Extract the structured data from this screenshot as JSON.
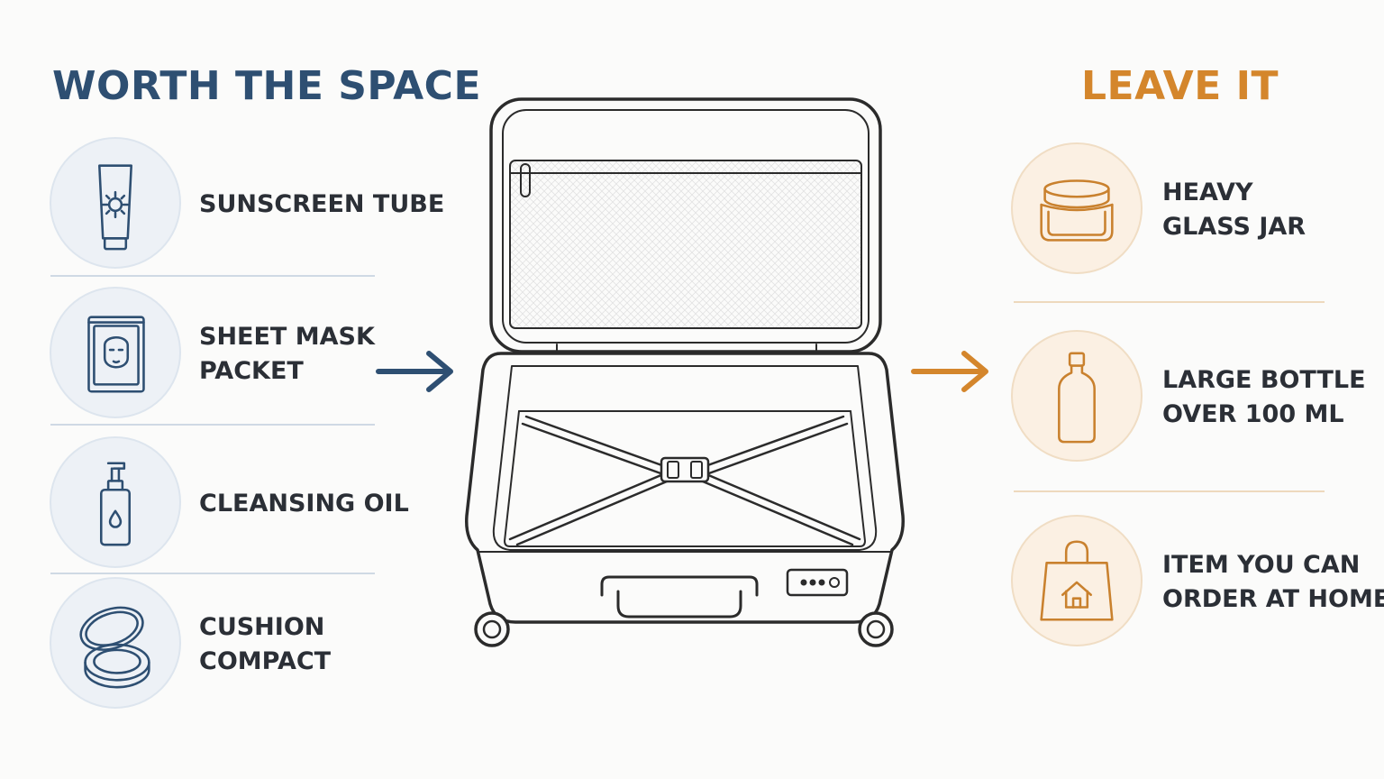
{
  "worth": {
    "title": "WORTH THE SPACE",
    "color": "#2e4f72",
    "items": [
      {
        "line1": "SUNSCREEN TUBE",
        "line2": "",
        "icon": "sunscreen-tube-icon"
      },
      {
        "line1": "SHEET MASK",
        "line2": "PACKET",
        "icon": "sheet-mask-icon"
      },
      {
        "line1": "CLEANSING OIL",
        "line2": "",
        "icon": "pump-bottle-icon"
      },
      {
        "line1": "CUSHION",
        "line2": "COMPACT",
        "icon": "cushion-compact-icon"
      }
    ]
  },
  "leave": {
    "title": "LEAVE IT",
    "color": "#d4862c",
    "items": [
      {
        "line1": "HEAVY",
        "line2": "GLASS JAR",
        "icon": "glass-jar-icon"
      },
      {
        "line1": "LARGE BOTTLE",
        "line2": "OVER 100 ML",
        "icon": "large-bottle-icon"
      },
      {
        "line1": "ITEM YOU CAN",
        "line2": "ORDER AT HOME",
        "icon": "shopping-bag-home-icon"
      }
    ]
  },
  "center": {
    "icon": "open-suitcase-icon"
  }
}
